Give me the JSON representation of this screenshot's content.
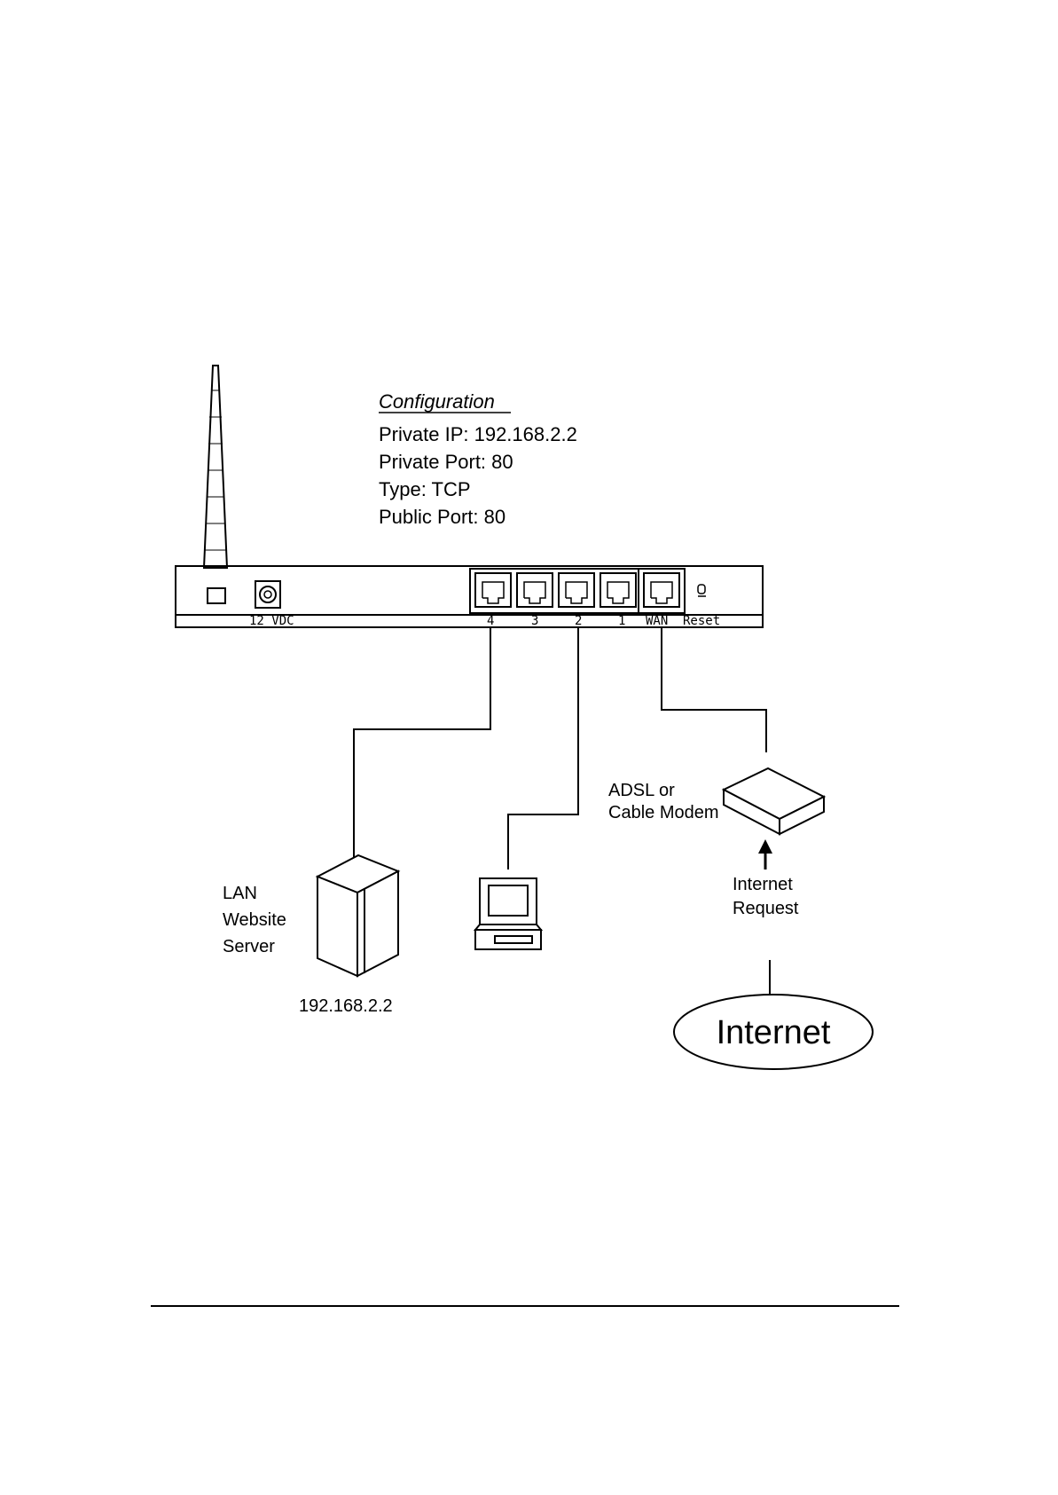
{
  "configuration": {
    "title": "Configuration",
    "lines": [
      "Private IP: 192.168.2.2",
      "Private Port: 80",
      "Type: TCP",
      "Public Port: 80"
    ]
  },
  "router": {
    "power_label": "12 VDC",
    "port_labels": [
      "4",
      "3",
      "2",
      "1"
    ],
    "wan_label": "WAN",
    "reset_label": "Reset"
  },
  "server": {
    "label_lines": [
      "LAN",
      "Website",
      "Server"
    ],
    "ip": "192.168.2.2"
  },
  "modem": {
    "label_lines": [
      "ADSL or",
      "Cable Modem"
    ]
  },
  "request": {
    "label_lines": [
      "Internet",
      "Request"
    ]
  },
  "internet": {
    "label": "Internet"
  }
}
